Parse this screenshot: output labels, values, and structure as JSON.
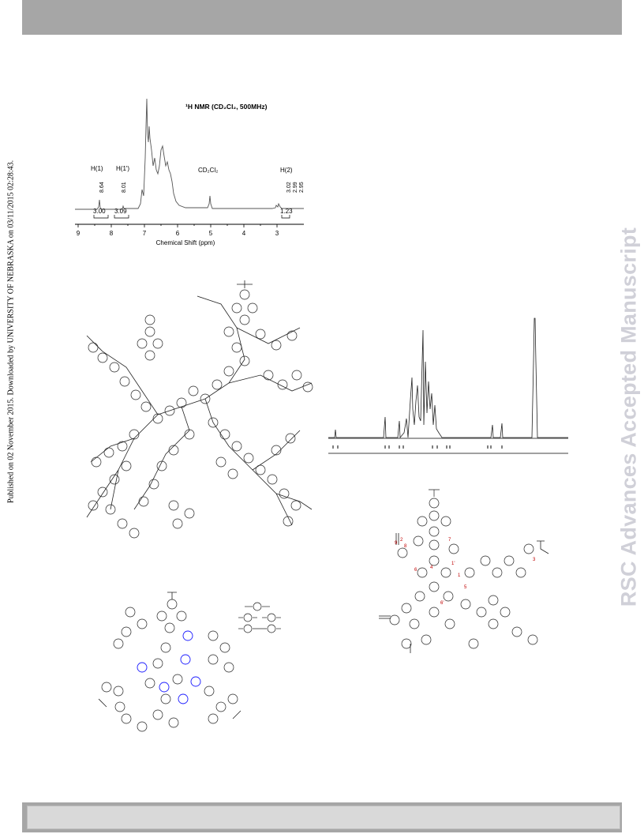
{
  "header_bar": {
    "color": "#a6a6a6"
  },
  "footer_bar": {
    "color": "#a6a6a6"
  },
  "side_note": "Published on 02 November 2015. Downloaded by UNIVERSITY OF NEBRASKA on 03/11/2015 02:28:43.",
  "watermark": "RSC Advances Accepted Manuscript",
  "nmr1": {
    "title": "¹H NMR (CD₂Cl₂, 500MHz)",
    "xlabel": "Chemical Shift (ppm)",
    "ticks": [
      "9",
      "8",
      "7",
      "6",
      "5",
      "4",
      "3"
    ],
    "labels": {
      "h1": "H(1)",
      "h1p": "H(1')",
      "solvent": "CD₂Cl₂",
      "h2": "H(2)"
    },
    "peaks": {
      "p864": "8.64",
      "p801": "8.01",
      "p302": "3.02",
      "p299": "2.99",
      "p295": "2.95"
    },
    "integrals": {
      "i1": "3.00",
      "i2": "3.09",
      "i3": "1.23"
    }
  },
  "scheme_b": {
    "labels": [
      "2",
      "9",
      "8",
      "7",
      "6",
      "4",
      "3",
      "1",
      "5",
      "1'",
      "6'"
    ]
  }
}
